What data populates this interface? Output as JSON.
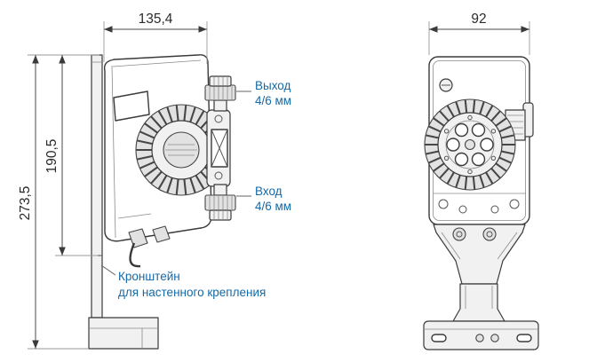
{
  "diagram": {
    "kind": "technical drawing — dosing pump, side and front views with dimensions in mm",
    "dims": {
      "side_width": "135,4",
      "side_height_inner": "190,5",
      "side_height_total": "273,5",
      "front_width": "92"
    },
    "labels": {
      "outlet_line1": "Выход",
      "outlet_line2": "4/6 мм",
      "inlet_line1": "Вход",
      "inlet_line2": "4/6 мм",
      "bracket_line1": "Кронштейн",
      "bracket_line2": "для настенного крепления"
    },
    "colors": {
      "annotation": "#1569a6",
      "dimension_text": "#2b2b2b",
      "line": "#3a3a3a",
      "background": "#ffffff"
    }
  }
}
